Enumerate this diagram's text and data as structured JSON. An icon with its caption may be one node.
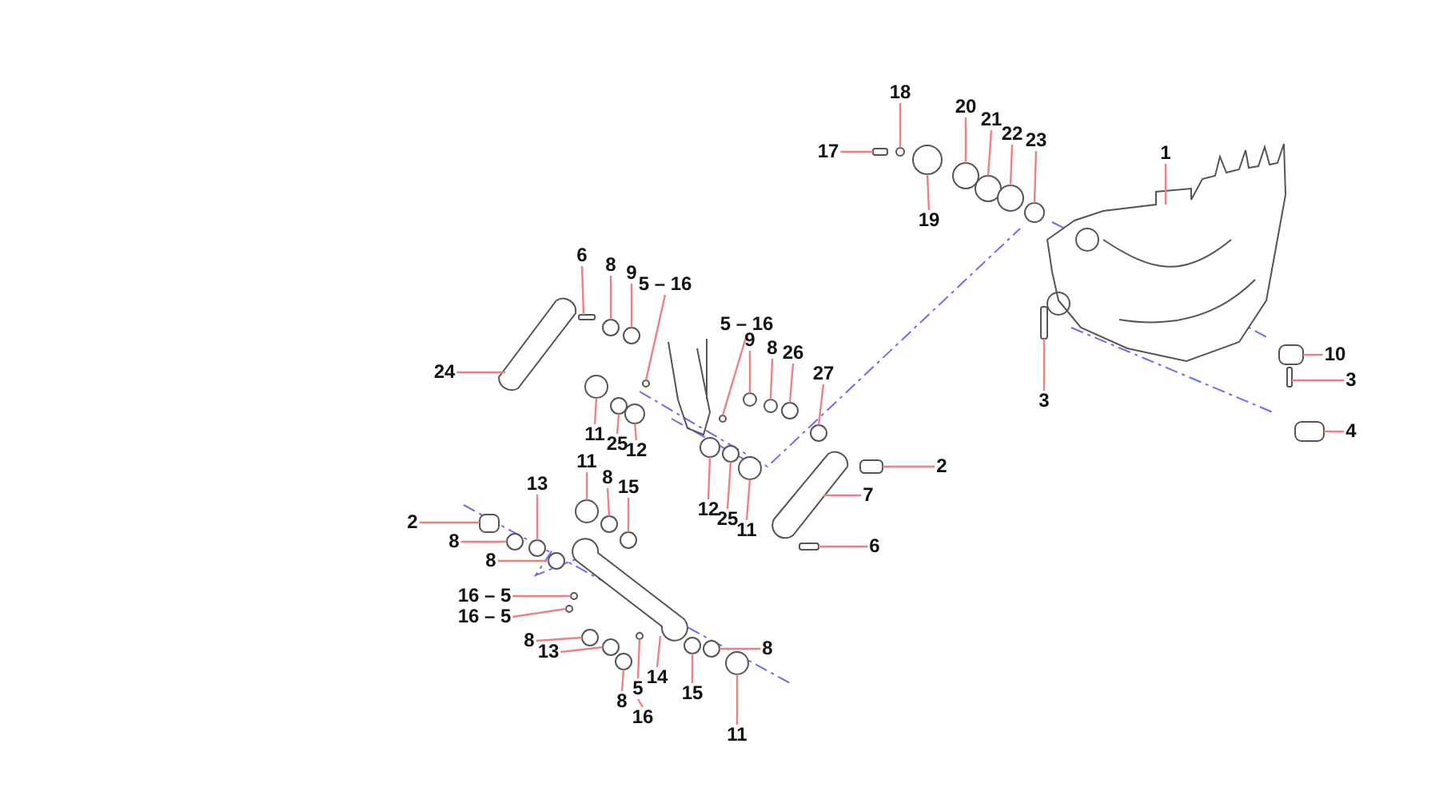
{
  "diagram": {
    "nodes": [
      {
        "text": [
          "18"
        ]
      },
      {
        "text": [
          "17"
        ]
      },
      {
        "text": [
          "19"
        ]
      },
      {
        "text": [
          "20"
        ]
      },
      {
        "text": [
          "21"
        ]
      },
      {
        "text": [
          "22"
        ]
      },
      {
        "text": [
          "23"
        ]
      },
      {
        "text": [
          "1"
        ]
      },
      {
        "text": [
          "6"
        ]
      },
      {
        "text": [
          "8"
        ]
      },
      {
        "text": [
          "9"
        ]
      },
      {
        "text": [
          "5 – 16"
        ]
      },
      {
        "text": [
          "24"
        ]
      },
      {
        "text": [
          "10"
        ]
      },
      {
        "text": [
          "3"
        ]
      },
      {
        "text": [
          "5 – 16"
        ]
      },
      {
        "text": [
          "9"
        ]
      },
      {
        "text": [
          "8"
        ]
      },
      {
        "text": [
          "26"
        ]
      },
      {
        "text": [
          "11"
        ]
      },
      {
        "text": [
          "25"
        ]
      },
      {
        "text": [
          "12"
        ]
      },
      {
        "text": [
          "27"
        ]
      },
      {
        "text": [
          "3"
        ]
      },
      {
        "text": [
          "4"
        ]
      },
      {
        "text": [
          "2"
        ]
      },
      {
        "text": [
          "7"
        ]
      },
      {
        "text": [
          "12"
        ]
      },
      {
        "text": [
          "25"
        ]
      },
      {
        "text": [
          "11"
        ]
      },
      {
        "text": [
          "11"
        ]
      },
      {
        "text": [
          "8"
        ]
      },
      {
        "text": [
          "15"
        ]
      },
      {
        "text": [
          "13"
        ]
      },
      {
        "text": [
          "2"
        ]
      },
      {
        "text": [
          "8"
        ]
      },
      {
        "text": [
          "6"
        ]
      },
      {
        "text": [
          "8"
        ]
      },
      {
        "text": [
          "16 – 5"
        ]
      },
      {
        "text": [
          "16 – 5"
        ]
      },
      {
        "text": [
          "8"
        ]
      },
      {
        "text": [
          "13"
        ]
      },
      {
        "text": [
          "5"
        ]
      },
      {
        "text": [
          "14"
        ]
      },
      {
        "text": [
          "8"
        ]
      },
      {
        "text": [
          "15"
        ]
      },
      {
        "text": [
          "8"
        ]
      },
      {
        "text": [
          "16"
        ]
      },
      {
        "text": [
          "11"
        ]
      },
      {
        "text": [],
        "shape": "circle"
      },
      {
        "text": [],
        "shape": "bar"
      },
      {
        "text": [],
        "shape": "circle"
      },
      {
        "text": [],
        "shape": "circle"
      },
      {
        "text": [],
        "shape": "circle"
      },
      {
        "text": [],
        "shape": "circle"
      },
      {
        "text": [],
        "shape": "circle"
      },
      {
        "text": [],
        "shape": "picture"
      },
      {
        "text": [],
        "shape": "bar"
      },
      {
        "text": [],
        "shape": "circle"
      },
      {
        "text": [],
        "shape": "circle"
      },
      {
        "text": [],
        "shape": "circle"
      },
      {
        "text": [],
        "shape": "picture"
      },
      {
        "text": [],
        "shape": "bar"
      },
      {
        "text": [],
        "shape": "bar"
      },
      {
        "text": [],
        "shape": "circle"
      },
      {
        "text": [],
        "shape": "circle"
      },
      {
        "text": [],
        "shape": "circle"
      },
      {
        "text": [],
        "shape": "circle"
      },
      {
        "text": [],
        "shape": "circle"
      },
      {
        "text": [],
        "shape": "circle"
      },
      {
        "text": [],
        "shape": "circle"
      },
      {
        "text": [],
        "shape": "circle"
      },
      {
        "text": [],
        "shape": "bar"
      },
      {
        "text": [],
        "shape": "bar"
      },
      {
        "text": [],
        "shape": "bar"
      },
      {
        "text": [],
        "shape": "picture"
      },
      {
        "text": [],
        "shape": "circle"
      },
      {
        "text": [],
        "shape": "circle"
      },
      {
        "text": [],
        "shape": "circle"
      },
      {
        "text": [],
        "shape": "circle"
      },
      {
        "text": [],
        "shape": "circle"
      },
      {
        "text": [],
        "shape": "circle"
      },
      {
        "text": [],
        "shape": "circle"
      },
      {
        "text": [],
        "shape": "bar"
      },
      {
        "text": [],
        "shape": "circle"
      },
      {
        "text": [],
        "shape": "bar"
      },
      {
        "text": [],
        "shape": "circle"
      },
      {
        "text": [],
        "shape": "circle"
      },
      {
        "text": [],
        "shape": "circle"
      },
      {
        "text": [],
        "shape": "circle"
      },
      {
        "text": [],
        "shape": "circle"
      },
      {
        "text": [],
        "shape": "circle"
      },
      {
        "text": [],
        "shape": "picture"
      },
      {
        "text": [],
        "shape": "circle"
      },
      {
        "text": [],
        "shape": "circle"
      },
      {
        "text": [],
        "shape": "circle"
      },
      {
        "text": [],
        "shape": "circle"
      }
    ],
    "edges": [
      {
        "from": 0,
        "to": 49,
        "arrow": "none"
      },
      {
        "from": 1,
        "to": 50,
        "arrow": "none"
      },
      {
        "from": 2,
        "to": 51,
        "arrow": "none"
      },
      {
        "from": 3,
        "to": 52,
        "arrow": "none"
      },
      {
        "from": 4,
        "to": 53,
        "arrow": "none"
      },
      {
        "from": 5,
        "to": 54,
        "arrow": "none"
      },
      {
        "from": 6,
        "to": 55,
        "arrow": "none"
      },
      {
        "from": 7,
        "to": 56,
        "arrow": "none"
      },
      {
        "from": 8,
        "to": 57,
        "arrow": "none"
      },
      {
        "from": 9,
        "to": 58,
        "arrow": "none"
      },
      {
        "from": 10,
        "to": 59,
        "arrow": "none"
      },
      {
        "from": 11,
        "to": 60,
        "arrow": "none"
      },
      {
        "from": 12,
        "to": 61,
        "arrow": "none"
      },
      {
        "from": 13,
        "to": 62,
        "arrow": "none"
      },
      {
        "from": 14,
        "to": 63,
        "arrow": "none"
      },
      {
        "from": 15,
        "to": 64,
        "arrow": "none"
      },
      {
        "from": 16,
        "to": 65,
        "arrow": "none"
      },
      {
        "from": 17,
        "to": 66,
        "arrow": "none"
      },
      {
        "from": 18,
        "to": 67,
        "arrow": "none"
      },
      {
        "from": 19,
        "to": 68,
        "arrow": "none"
      },
      {
        "from": 20,
        "to": 69,
        "arrow": "none"
      },
      {
        "from": 21,
        "to": 70,
        "arrow": "none"
      },
      {
        "from": 22,
        "to": 71,
        "arrow": "none"
      },
      {
        "from": 23,
        "to": 72,
        "arrow": "none"
      },
      {
        "from": 24,
        "to": 73,
        "arrow": "none"
      },
      {
        "from": 25,
        "to": 74,
        "arrow": "none"
      },
      {
        "from": 26,
        "to": 75,
        "arrow": "none"
      },
      {
        "from": 27,
        "to": 76,
        "arrow": "none"
      },
      {
        "from": 28,
        "to": 77,
        "arrow": "none"
      },
      {
        "from": 29,
        "to": 78,
        "arrow": "none"
      },
      {
        "from": 30,
        "to": 79,
        "arrow": "none"
      },
      {
        "from": 31,
        "to": 80,
        "arrow": "none"
      },
      {
        "from": 32,
        "to": 81,
        "arrow": "none"
      },
      {
        "from": 33,
        "to": 82,
        "arrow": "none"
      },
      {
        "from": 34,
        "to": 83,
        "arrow": "none"
      },
      {
        "from": 35,
        "to": 84,
        "arrow": "none"
      },
      {
        "from": 36,
        "to": 85,
        "arrow": "none"
      },
      {
        "from": 37,
        "to": 86,
        "arrow": "none"
      },
      {
        "from": 38,
        "to": 87,
        "arrow": "none"
      },
      {
        "from": 39,
        "to": 88,
        "arrow": "none"
      },
      {
        "from": 40,
        "to": 89,
        "arrow": "none"
      },
      {
        "from": 41,
        "to": 90,
        "arrow": "none"
      },
      {
        "from": 42,
        "to": 91,
        "arrow": "none"
      },
      {
        "from": 43,
        "to": 92,
        "arrow": "none"
      },
      {
        "from": 44,
        "to": 93,
        "arrow": "none"
      },
      {
        "from": 45,
        "to": 94,
        "arrow": "none"
      },
      {
        "from": 46,
        "to": 95,
        "arrow": "none"
      },
      {
        "from": 48,
        "to": 96,
        "arrow": "none"
      },
      {
        "from": 47,
        "to": 42,
        "arrow": "none"
      }
    ]
  }
}
